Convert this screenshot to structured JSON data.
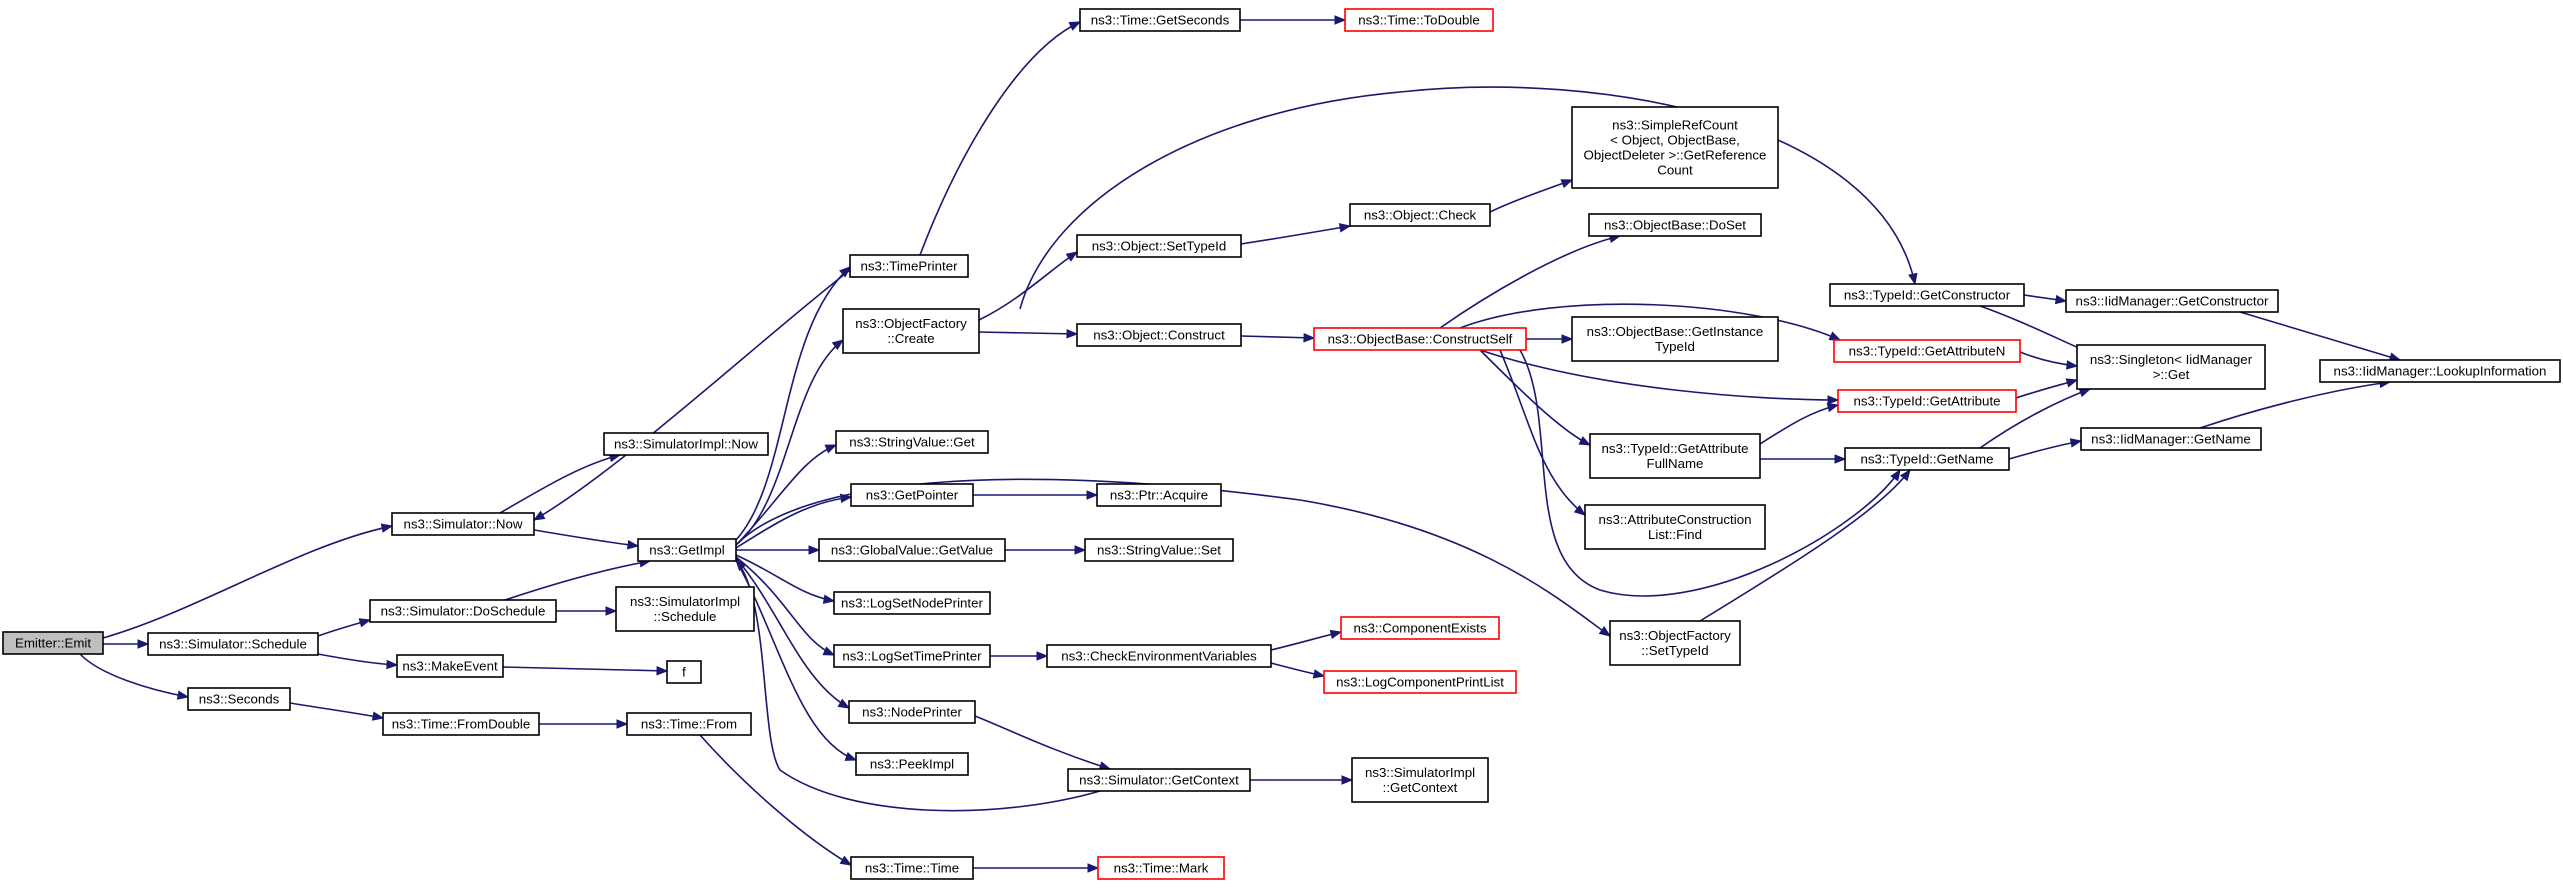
{
  "colors": {
    "edge": "#191970",
    "node_border": "#000000",
    "node_border_truncated": "#ff0000",
    "root_fill": "#bfbfbf",
    "node_fill": "#ffffff"
  },
  "nodes": [
    {
      "id": "emitter",
      "lines": [
        "Emitter::Emit"
      ],
      "style": "root"
    },
    {
      "id": "sim_now",
      "lines": [
        "ns3::Simulator::Now"
      ]
    },
    {
      "id": "sim_schedule",
      "lines": [
        "ns3::Simulator::Schedule"
      ]
    },
    {
      "id": "seconds",
      "lines": [
        "ns3::Seconds"
      ]
    },
    {
      "id": "simimpl_now",
      "lines": [
        "ns3::SimulatorImpl::Now"
      ]
    },
    {
      "id": "getimpl",
      "lines": [
        "ns3::GetImpl"
      ]
    },
    {
      "id": "doschedule",
      "lines": [
        "ns3::Simulator::DoSchedule"
      ]
    },
    {
      "id": "makeevent",
      "lines": [
        "ns3::MakeEvent"
      ]
    },
    {
      "id": "fromdouble",
      "lines": [
        "ns3::Time::FromDouble"
      ]
    },
    {
      "id": "simimpl_schedule",
      "lines": [
        "ns3::SimulatorImpl",
        "::Schedule"
      ]
    },
    {
      "id": "f",
      "lines": [
        "f"
      ]
    },
    {
      "id": "timefrom",
      "lines": [
        "ns3::Time::From"
      ]
    },
    {
      "id": "timeprinter",
      "lines": [
        "ns3::TimePrinter"
      ]
    },
    {
      "id": "objfactory_create",
      "lines": [
        "ns3::ObjectFactory",
        "::Create"
      ]
    },
    {
      "id": "stringvalue_get",
      "lines": [
        "ns3::StringValue::Get"
      ]
    },
    {
      "id": "getpointer",
      "lines": [
        "ns3::GetPointer"
      ]
    },
    {
      "id": "globalvalue_getvalue",
      "lines": [
        "ns3::GlobalValue::GetValue"
      ]
    },
    {
      "id": "logsetnodeprinter",
      "lines": [
        "ns3::LogSetNodePrinter"
      ]
    },
    {
      "id": "logsettimeprinter",
      "lines": [
        "ns3::LogSetTimePrinter"
      ]
    },
    {
      "id": "nodeprinter",
      "lines": [
        "ns3::NodePrinter"
      ]
    },
    {
      "id": "peekimpl",
      "lines": [
        "ns3::PeekImpl"
      ]
    },
    {
      "id": "time_time",
      "lines": [
        "ns3::Time::Time"
      ]
    },
    {
      "id": "time_getseconds",
      "lines": [
        "ns3::Time::GetSeconds"
      ]
    },
    {
      "id": "time_todouble",
      "lines": [
        "ns3::Time::ToDouble"
      ],
      "style": "truncated"
    },
    {
      "id": "object_settypeid",
      "lines": [
        "ns3::Object::SetTypeId"
      ]
    },
    {
      "id": "object_construct",
      "lines": [
        "ns3::Object::Construct"
      ]
    },
    {
      "id": "ptr_acquire",
      "lines": [
        "ns3::Ptr::Acquire"
      ]
    },
    {
      "id": "stringvalue_set",
      "lines": [
        "ns3::StringValue::Set"
      ]
    },
    {
      "id": "checkenv",
      "lines": [
        "ns3::CheckEnvironmentVariables"
      ]
    },
    {
      "id": "sim_getcontext",
      "lines": [
        "ns3::Simulator::GetContext"
      ]
    },
    {
      "id": "time_mark",
      "lines": [
        "ns3::Time::Mark"
      ],
      "style": "truncated"
    },
    {
      "id": "object_check",
      "lines": [
        "ns3::Object::Check"
      ]
    },
    {
      "id": "objbase_constructself",
      "lines": [
        "ns3::ObjectBase::ConstructSelf"
      ],
      "style": "truncated"
    },
    {
      "id": "componentexists",
      "lines": [
        "ns3::ComponentExists"
      ],
      "style": "truncated"
    },
    {
      "id": "logcomponentprintlist",
      "lines": [
        "ns3::LogComponentPrintList"
      ],
      "style": "truncated"
    },
    {
      "id": "simimpl_getcontext",
      "lines": [
        "ns3::SimulatorImpl",
        "::GetContext"
      ]
    },
    {
      "id": "simplerefcount",
      "lines": [
        "ns3::SimpleRefCount",
        "< Object, ObjectBase,",
        "ObjectDeleter >::GetReference",
        "Count"
      ]
    },
    {
      "id": "objbase_doset",
      "lines": [
        "ns3::ObjectBase::DoSet"
      ]
    },
    {
      "id": "objbase_getinstancetypeid",
      "lines": [
        "ns3::ObjectBase::GetInstance",
        "TypeId"
      ]
    },
    {
      "id": "typeid_getattrfullname",
      "lines": [
        "ns3::TypeId::GetAttribute",
        "FullName"
      ]
    },
    {
      "id": "attrconstructionlist_find",
      "lines": [
        "ns3::AttributeConstruction",
        "List::Find"
      ]
    },
    {
      "id": "objfactory_settypeid",
      "lines": [
        "ns3::ObjectFactory",
        "::SetTypeId"
      ]
    },
    {
      "id": "typeid_getconstructor",
      "lines": [
        "ns3::TypeId::GetConstructor"
      ]
    },
    {
      "id": "typeid_getattributen",
      "lines": [
        "ns3::TypeId::GetAttributeN"
      ],
      "style": "truncated"
    },
    {
      "id": "typeid_getattribute",
      "lines": [
        "ns3::TypeId::GetAttribute"
      ],
      "style": "truncated"
    },
    {
      "id": "typeid_getname",
      "lines": [
        "ns3::TypeId::GetName"
      ]
    },
    {
      "id": "iidmanager_getconstructor",
      "lines": [
        "ns3::IidManager::GetConstructor"
      ]
    },
    {
      "id": "singleton_get",
      "lines": [
        "ns3::Singleton< IidManager",
        ">::Get"
      ]
    },
    {
      "id": "iidmanager_getname",
      "lines": [
        "ns3::IidManager::GetName"
      ]
    },
    {
      "id": "iidmanager_lookupinfo",
      "lines": [
        "ns3::IidManager::LookupInformation"
      ]
    }
  ],
  "edges": [
    [
      "emitter",
      "sim_now"
    ],
    [
      "emitter",
      "sim_schedule"
    ],
    [
      "emitter",
      "seconds"
    ],
    [
      "sim_now",
      "simimpl_now"
    ],
    [
      "sim_now",
      "getimpl"
    ],
    [
      "sim_schedule",
      "doschedule"
    ],
    [
      "sim_schedule",
      "makeevent"
    ],
    [
      "seconds",
      "fromdouble"
    ],
    [
      "doschedule",
      "getimpl"
    ],
    [
      "doschedule",
      "simimpl_schedule"
    ],
    [
      "makeevent",
      "f"
    ],
    [
      "fromdouble",
      "timefrom"
    ],
    [
      "timefrom",
      "time_time"
    ],
    [
      "getimpl",
      "timeprinter"
    ],
    [
      "getimpl",
      "objfactory_create"
    ],
    [
      "getimpl",
      "stringvalue_get"
    ],
    [
      "getimpl",
      "getpointer"
    ],
    [
      "getimpl",
      "globalvalue_getvalue"
    ],
    [
      "getimpl",
      "logsetnodeprinter"
    ],
    [
      "getimpl",
      "logsettimeprinter"
    ],
    [
      "getimpl",
      "nodeprinter"
    ],
    [
      "getimpl",
      "peekimpl"
    ],
    [
      "getimpl",
      "objfactory_settypeid"
    ],
    [
      "timeprinter",
      "sim_now"
    ],
    [
      "timeprinter",
      "time_getseconds"
    ],
    [
      "time_getseconds",
      "time_todouble"
    ],
    [
      "objfactory_create",
      "object_settypeid"
    ],
    [
      "objfactory_create",
      "object_construct"
    ],
    [
      "objfactory_create",
      "typeid_getconstructor"
    ],
    [
      "object_settypeid",
      "object_check"
    ],
    [
      "object_check",
      "simplerefcount"
    ],
    [
      "object_construct",
      "objbase_constructself"
    ],
    [
      "getpointer",
      "ptr_acquire"
    ],
    [
      "globalvalue_getvalue",
      "stringvalue_set"
    ],
    [
      "logsettimeprinter",
      "checkenv"
    ],
    [
      "checkenv",
      "componentexists"
    ],
    [
      "checkenv",
      "logcomponentprintlist"
    ],
    [
      "nodeprinter",
      "sim_getcontext"
    ],
    [
      "sim_getcontext",
      "getimpl"
    ],
    [
      "sim_getcontext",
      "simimpl_getcontext"
    ],
    [
      "time_time",
      "time_mark"
    ],
    [
      "objbase_constructself",
      "objbase_doset"
    ],
    [
      "objbase_constructself",
      "objbase_getinstancetypeid"
    ],
    [
      "objbase_constructself",
      "typeid_getattributen"
    ],
    [
      "objbase_constructself",
      "typeid_getattribute"
    ],
    [
      "objbase_constructself",
      "typeid_getattrfullname"
    ],
    [
      "objbase_constructself",
      "attrconstructionlist_find"
    ],
    [
      "objbase_constructself",
      "typeid_getname"
    ],
    [
      "typeid_getattrfullname",
      "typeid_getattribute"
    ],
    [
      "typeid_getattrfullname",
      "typeid_getname"
    ],
    [
      "objfactory_settypeid",
      "typeid_getname"
    ],
    [
      "typeid_getconstructor",
      "iidmanager_getconstructor"
    ],
    [
      "typeid_getconstructor",
      "singleton_get"
    ],
    [
      "typeid_getattributen",
      "singleton_get"
    ],
    [
      "typeid_getattribute",
      "singleton_get"
    ],
    [
      "typeid_getname",
      "singleton_get"
    ],
    [
      "typeid_getname",
      "iidmanager_getname"
    ],
    [
      "iidmanager_getconstructor",
      "iidmanager_lookupinfo"
    ],
    [
      "iidmanager_getname",
      "iidmanager_lookupinfo"
    ]
  ]
}
